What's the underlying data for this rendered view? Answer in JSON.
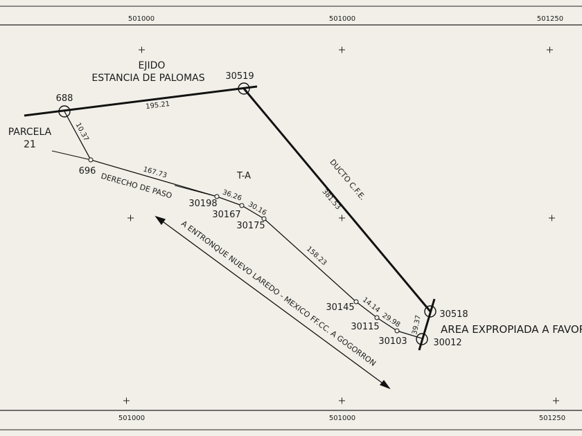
{
  "grid_labels": {
    "top": [
      "501000",
      "501000",
      "501250"
    ],
    "bottom": [
      "501000",
      "501000",
      "501250"
    ]
  },
  "ejido_title": "EJIDO",
  "ejido_name": "ESTANCIA DE PALOMAS",
  "parcela_title": "PARCELA",
  "parcela_number": "21",
  "points": {
    "p688": "688",
    "p30519": "30519",
    "p696": "696",
    "p30198": "30198",
    "p30167": "30167",
    "p30175": "30175",
    "p30145": "30145",
    "p30115": "30115",
    "p30103": "30103",
    "p30518": "30518",
    "p30012": "30012"
  },
  "distances": {
    "d_688_30519": "195.21",
    "d_688_696": "10.37",
    "d_696_30198": "167.73",
    "d_30198_30167": "36.26",
    "d_30167_30175": "30.16",
    "d_30175_30145": "158.23",
    "d_30145_30115": "14.14",
    "d_30115_30103": "29.98",
    "d_30103_30012": "39.37",
    "d_duct": "381.53"
  },
  "ta_label": "T-A",
  "derecho_label": "DERECHO DE PASO",
  "ducto_label": "DUCTO C.F.E.",
  "railway_label": "A ENTRONQUE NUEVO LAREDO - MEXICO FF.CC. A GOGORRON",
  "area_label": "AREA EXPROPIADA A FAVOR"
}
